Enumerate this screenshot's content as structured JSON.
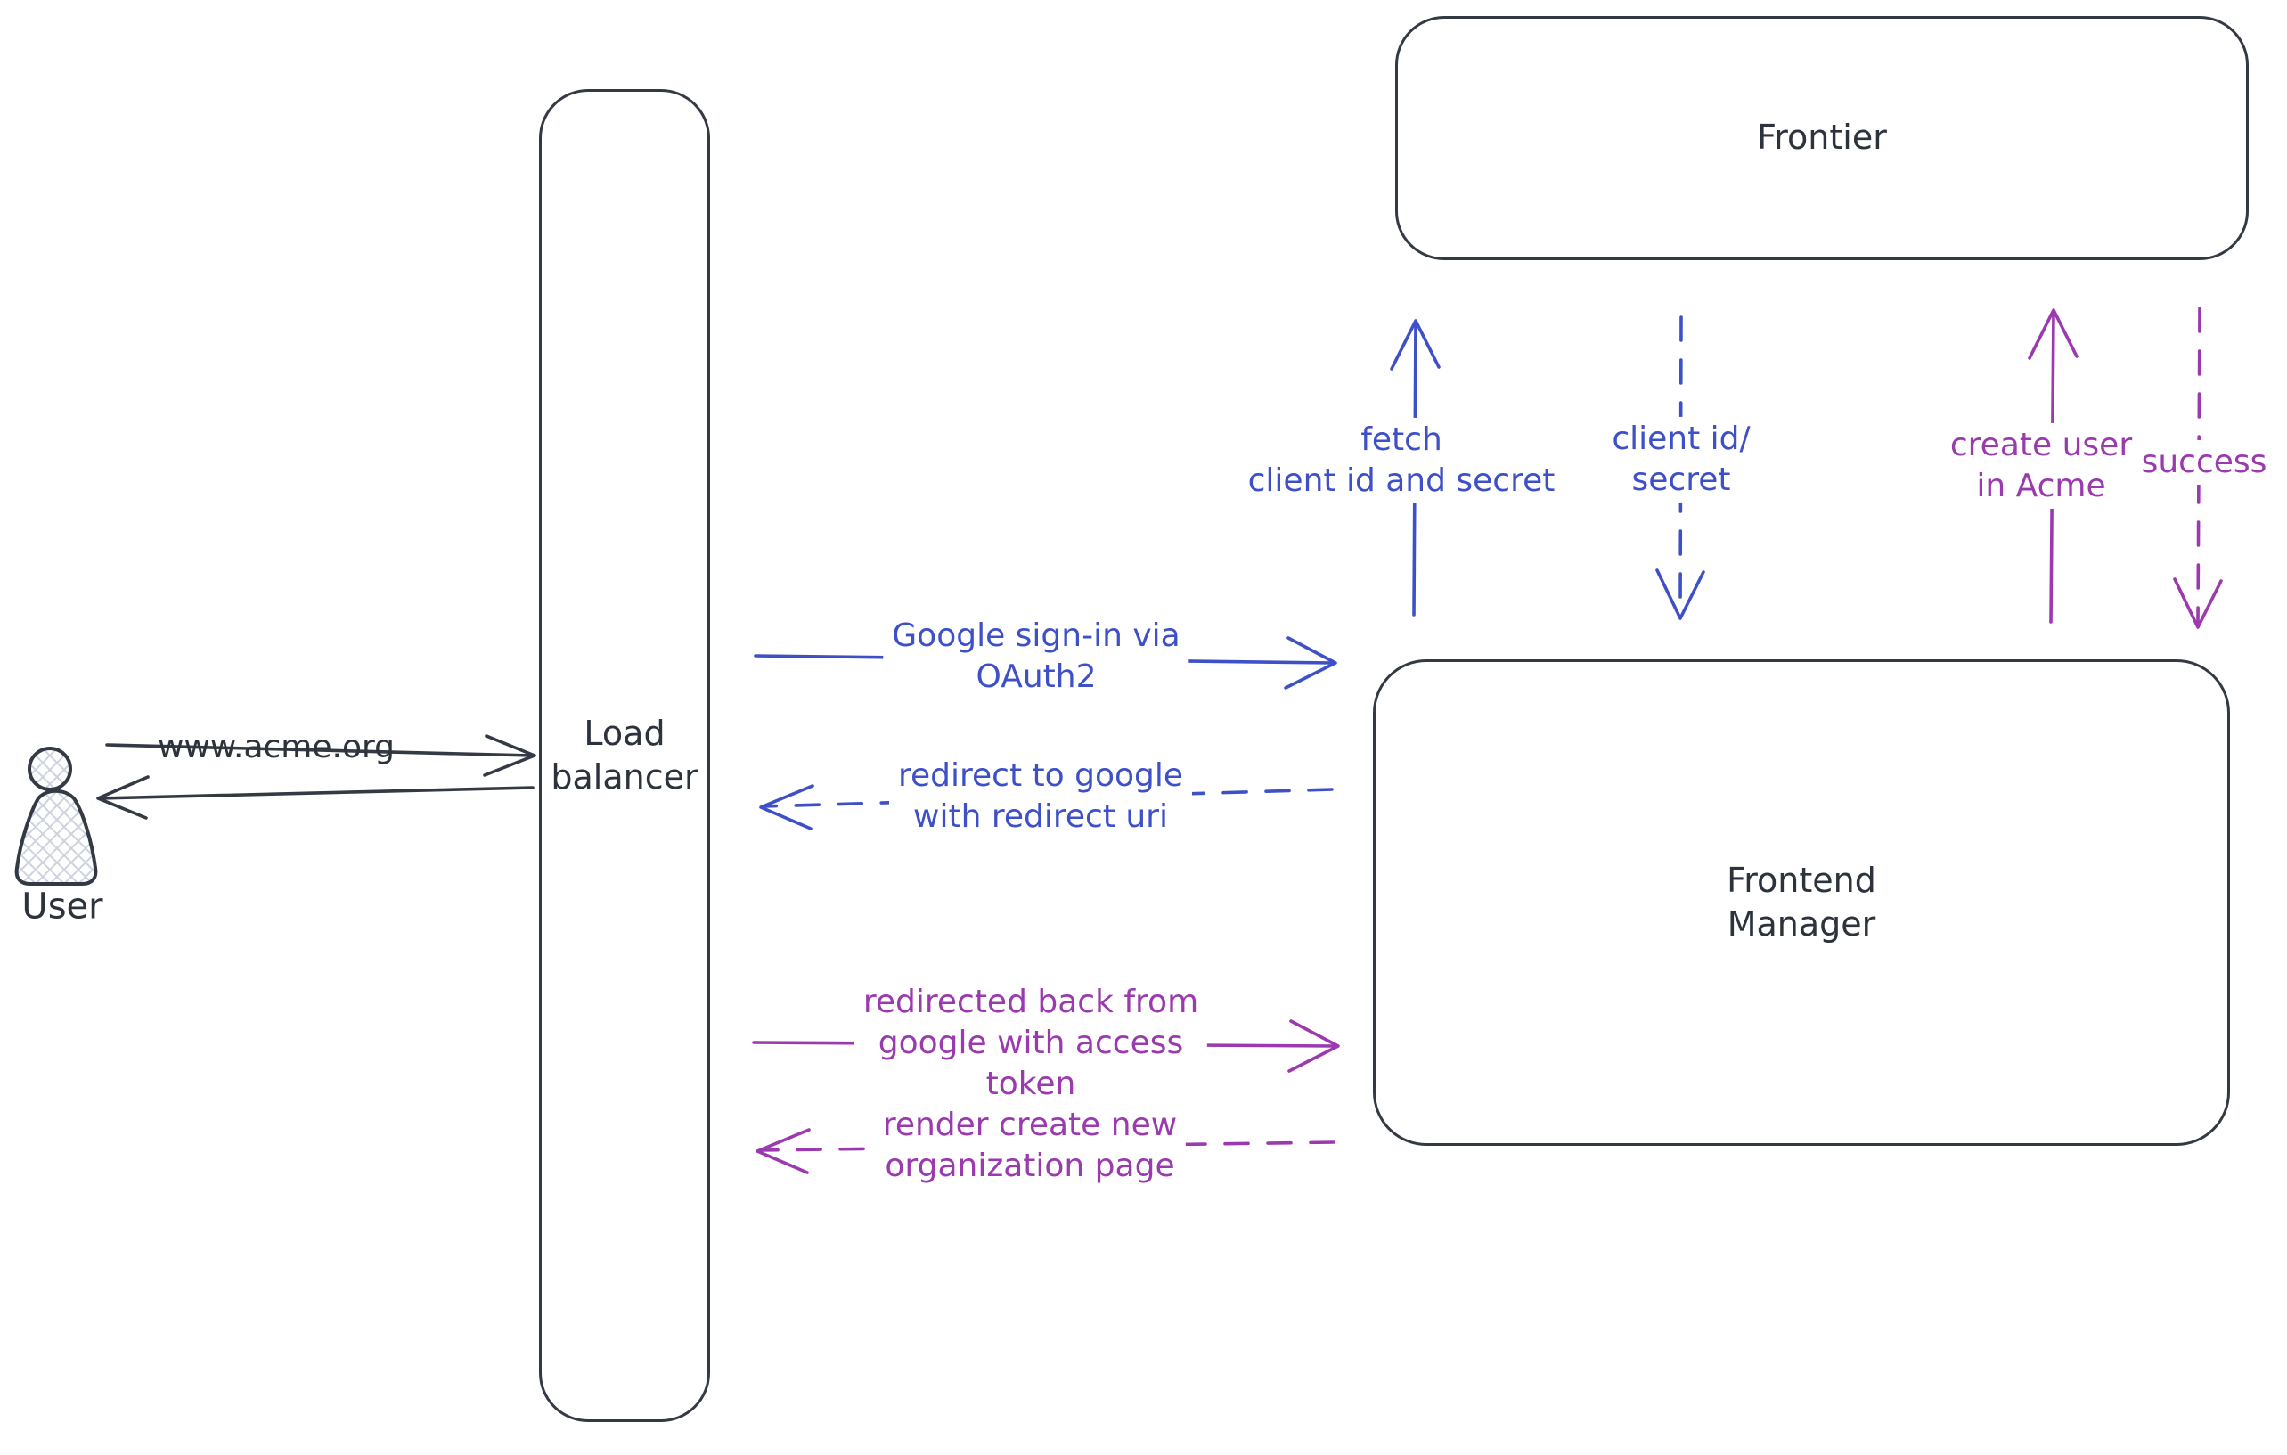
{
  "diagram": {
    "colors": {
      "ink": "#343a44",
      "blue": "#3e50c7",
      "purple": "#9a3aae",
      "hatch": "#ccd3de"
    },
    "nodes": {
      "user": {
        "label": "User"
      },
      "load_balancer": {
        "label": "Load\nbalancer"
      },
      "frontier": {
        "label": "Frontier"
      },
      "frontend_manager": {
        "label": "Frontend\nManager"
      }
    },
    "edges": {
      "www_acme": {
        "label": "www.acme.org",
        "style": "solid",
        "color": "ink"
      },
      "user_return": {
        "style": "solid",
        "color": "ink"
      },
      "google_signin": {
        "label": "Google sign-in via\nOAuth2",
        "style": "solid",
        "color": "blue"
      },
      "redirect_google": {
        "label": "redirect to google\nwith redirect uri",
        "style": "dashed",
        "color": "blue"
      },
      "redirected_back": {
        "label": "redirected back from\ngoogle with access\ntoken",
        "style": "solid",
        "color": "purple"
      },
      "render_org_page": {
        "label": "render create new\norganization page",
        "style": "dashed",
        "color": "purple"
      },
      "fetch_secret": {
        "label": "fetch\nclient id and secret",
        "style": "solid",
        "color": "blue"
      },
      "client_id_secret": {
        "label": "client id/\nsecret",
        "style": "dashed",
        "color": "blue"
      },
      "create_user": {
        "label": "create user\nin Acme",
        "style": "solid",
        "color": "purple"
      },
      "success": {
        "label": "success",
        "style": "dashed",
        "color": "purple"
      }
    }
  }
}
